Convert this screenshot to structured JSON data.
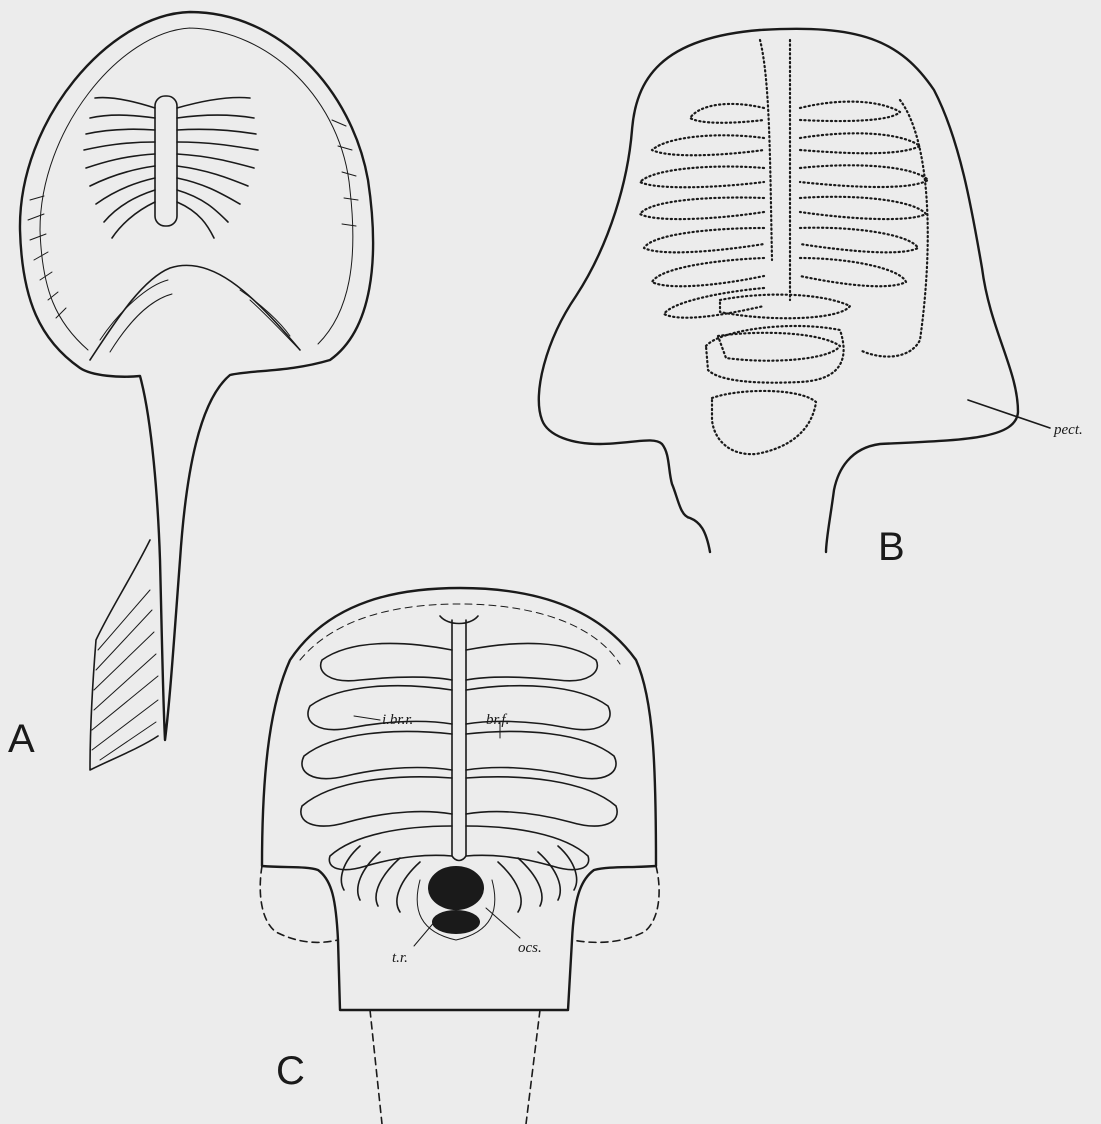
{
  "panels": {
    "a": {
      "letter": "A"
    },
    "b": {
      "letter": "B",
      "labels": {
        "pect": "pect."
      }
    },
    "c": {
      "letter": "C",
      "labels": {
        "ibrr": "i.br.r.",
        "brf": "br.f.",
        "ocs": "ocs.",
        "tr": "t.r."
      }
    }
  },
  "colors": {
    "background": "#ececec",
    "ink": "#1a1a1a"
  }
}
